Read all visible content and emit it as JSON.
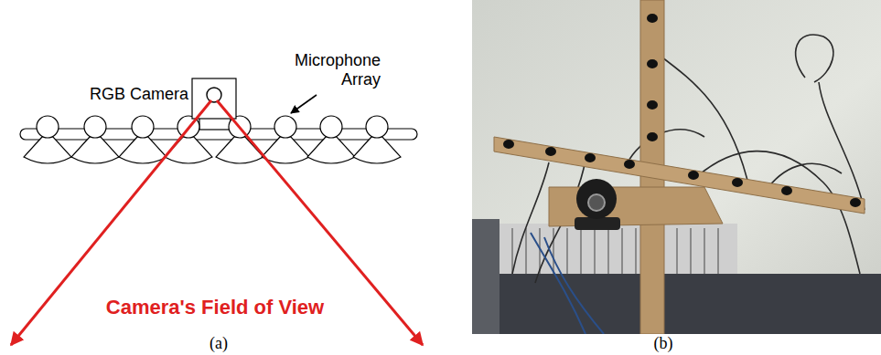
{
  "diagram": {
    "labels": [
      "RGB Camera",
      "Microphone Array",
      "Camera's Field of View",
      "(a)",
      "(b)"
    ]
  }
}
